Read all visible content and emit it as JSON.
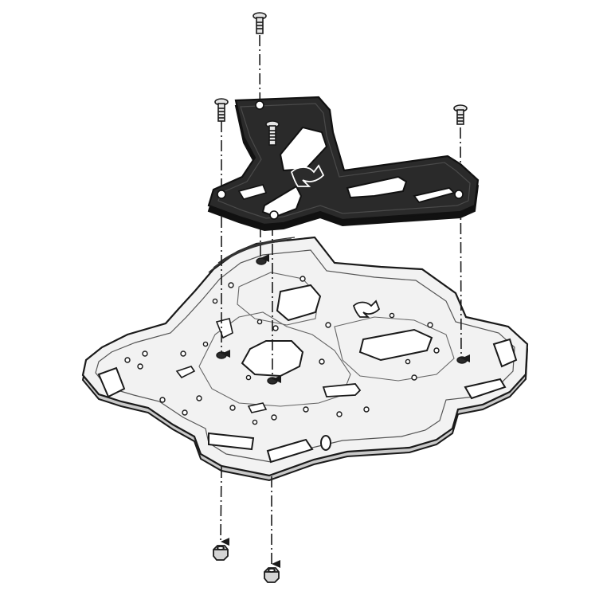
{
  "diagram": {
    "parts": [
      {
        "id": "adapter-plate",
        "color": "#2a2a2a"
      },
      {
        "id": "rack-plate",
        "color": "#f2f2f2"
      },
      {
        "id": "screw",
        "count": 4,
        "color": "#e6e6e6"
      },
      {
        "id": "hex-nut",
        "count": 2,
        "color": "#d4d4d4"
      }
    ],
    "assembly_lines": {
      "style": "dash-dot",
      "count": 4
    },
    "colors": {
      "outline": "#1a1a1a",
      "background": "#ffffff"
    }
  }
}
